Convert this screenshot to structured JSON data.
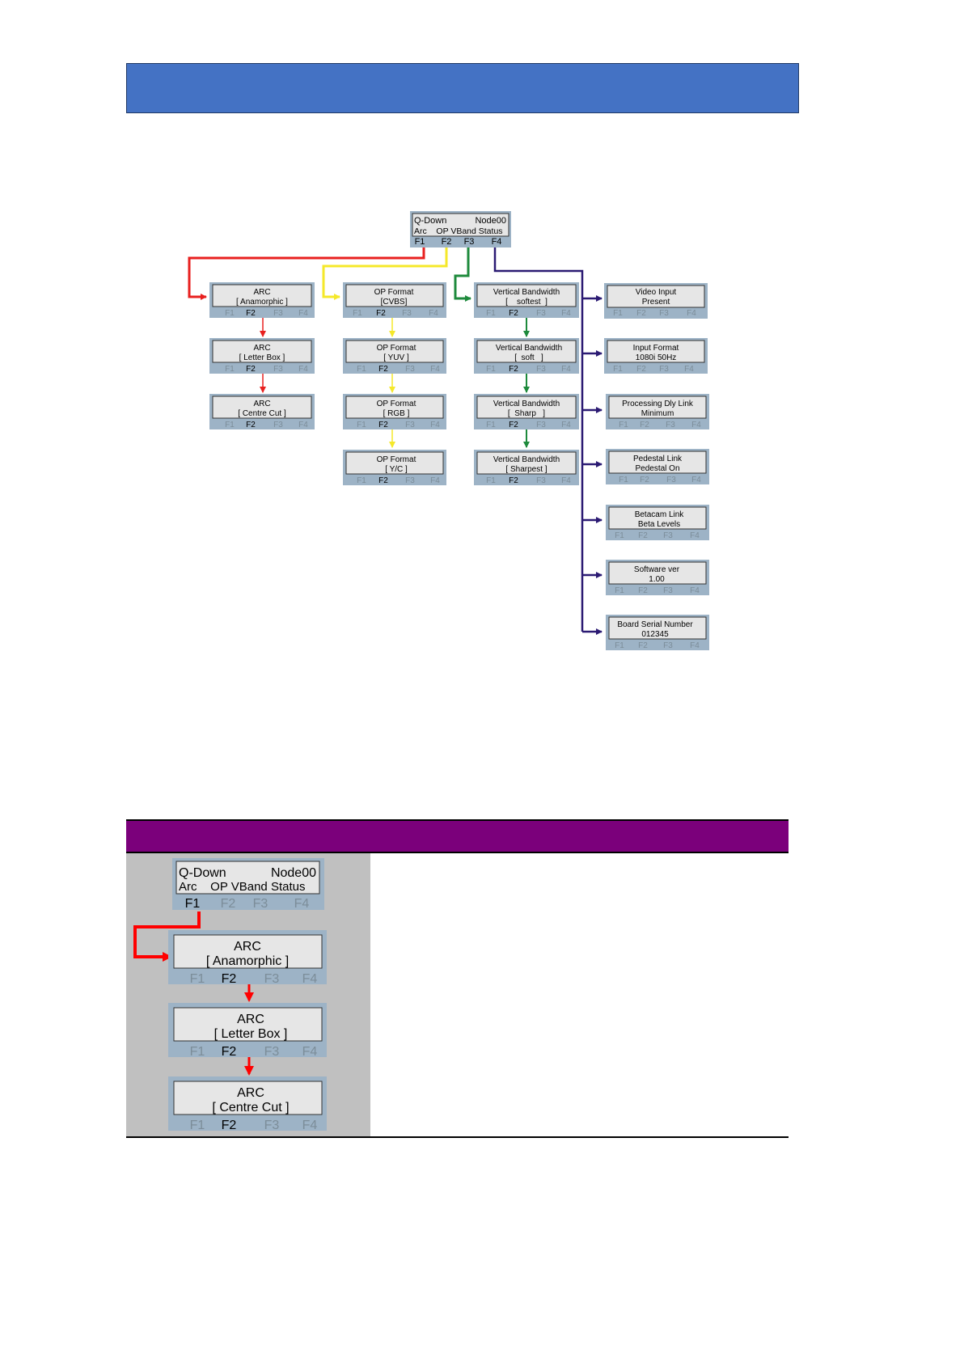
{
  "header_banner": {
    "color": "#4472c4"
  },
  "section_banner": {
    "color": "#7b007b"
  },
  "fkeys": [
    "F1",
    "F2",
    "F3",
    "F4"
  ],
  "root": {
    "line1_left": "Q-Down",
    "line1_right": "Node00",
    "line2": "Arc    OP VBand Status"
  },
  "arc_column": [
    {
      "title": "ARC",
      "value": "[ Anamorphic ]"
    },
    {
      "title": "ARC",
      "value": "[ Letter Box ]"
    },
    {
      "title": "ARC",
      "value": "[ Centre Cut ]"
    }
  ],
  "op_column": [
    {
      "title": "OP Format",
      "value": "[CVBS]"
    },
    {
      "title": "OP Format",
      "value": "[ YUV ]"
    },
    {
      "title": "OP Format",
      "value": "[ RGB ]"
    },
    {
      "title": "OP Format",
      "value": "[ Y/C ]"
    }
  ],
  "vband_column": [
    {
      "title": "Vertical Bandwidth",
      "value": "[    softest  ]"
    },
    {
      "title": "Vertical Bandwidth",
      "value": "[  soft   ]"
    },
    {
      "title": "Vertical Bandwidth",
      "value": "[  Sharp   ]"
    },
    {
      "title": "Vertical Bandwidth",
      "value": "[ Sharpest ]"
    }
  ],
  "status_column": [
    {
      "title": "Video Input",
      "value": "Present"
    },
    {
      "title": "Input Format",
      "value": "1080i 50Hz"
    },
    {
      "title": "Processing Dly Link",
      "value": "Minimum"
    },
    {
      "title": "Pedestal Link",
      "value": "Pedestal On"
    },
    {
      "title": "Betacam Link",
      "value": "Beta Levels"
    },
    {
      "title": "Software ver",
      "value": "1.00"
    },
    {
      "title": "Board Serial Number",
      "value": "012345"
    }
  ],
  "arrow_colors": {
    "arc": "#e8201f",
    "op": "#f5e82a",
    "vband": "#1e8a3c",
    "status": "#2b1a73"
  }
}
